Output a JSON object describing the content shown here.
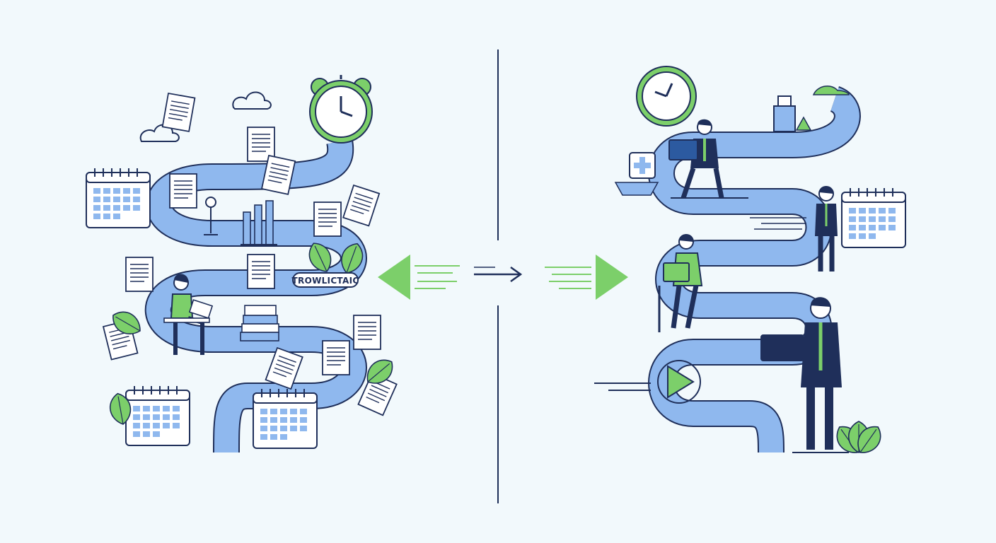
{
  "badge": {
    "label": "TROWLICTAIC"
  },
  "colors": {
    "background": "#f2f9fc",
    "road": "#8fb8ee",
    "road_outline": "#1f2f5a",
    "accent_green": "#7ccf6a",
    "navy": "#1f2f5a",
    "paper": "#ffffff"
  },
  "left_panel": {
    "theme": "cluttered-winding-path",
    "icons": [
      "alarm-clock-icon",
      "cloud-icon",
      "calendar-icon",
      "document-icon",
      "bar-chart-icon",
      "plant-icon",
      "stacked-books-icon",
      "person-reading-icon"
    ]
  },
  "right_panel": {
    "theme": "streamlined-path",
    "icons": [
      "clock-icon",
      "laptop-icon",
      "calendar-icon",
      "play-icon",
      "plant-icon",
      "person-standing-icon",
      "person-with-laptop-icon"
    ]
  },
  "center": {
    "icons": [
      "arrow-left-icon",
      "arrow-right-icon",
      "divider"
    ]
  }
}
